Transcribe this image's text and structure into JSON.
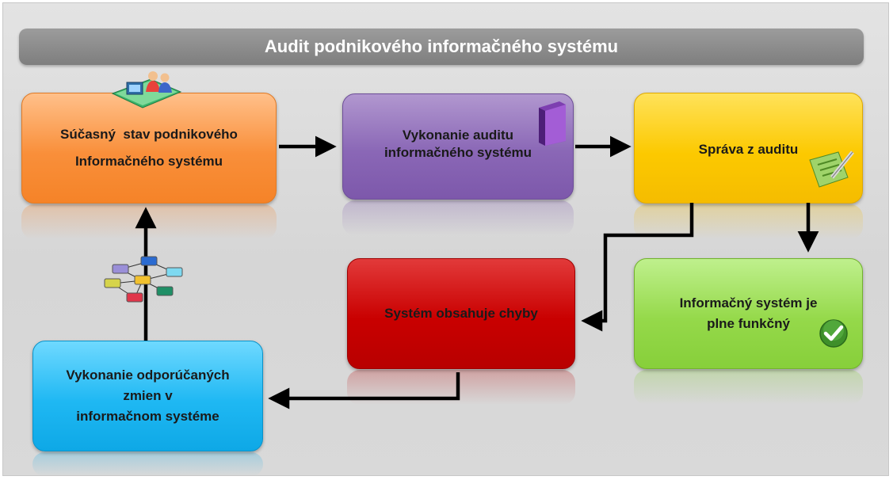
{
  "title": "Audit podnikového informačného systému",
  "nodes": {
    "current_state": {
      "line1": "Súčasný  stav podnikového",
      "line2": "Informačného systému"
    },
    "audit_execution": {
      "line1": "Vykonanie auditu",
      "line2": "informačného systému"
    },
    "audit_report": {
      "line1": "Správa z auditu"
    },
    "system_errors": {
      "line1": "Systém obsahuje chyby"
    },
    "system_ok": {
      "line1": "Informačný systém je",
      "line2": "plne funkčný"
    },
    "changes": {
      "line1": "Vykonanie odporúčaných",
      "line2": "zmien v",
      "line3": "informačnom systéme"
    }
  },
  "icons": {
    "people": "people-computer-icon",
    "book": "book-icon",
    "document": "document-pen-icon",
    "network": "network-diagram-icon",
    "check": "checkmark-icon"
  },
  "colors": {
    "current_state": "#f98f3a",
    "audit_execution": "#8a67b6",
    "audit_report": "#fcc900",
    "system_errors": "#c90000",
    "system_ok": "#95d94a",
    "changes": "#1fb8f3",
    "arrow": "#000000"
  }
}
